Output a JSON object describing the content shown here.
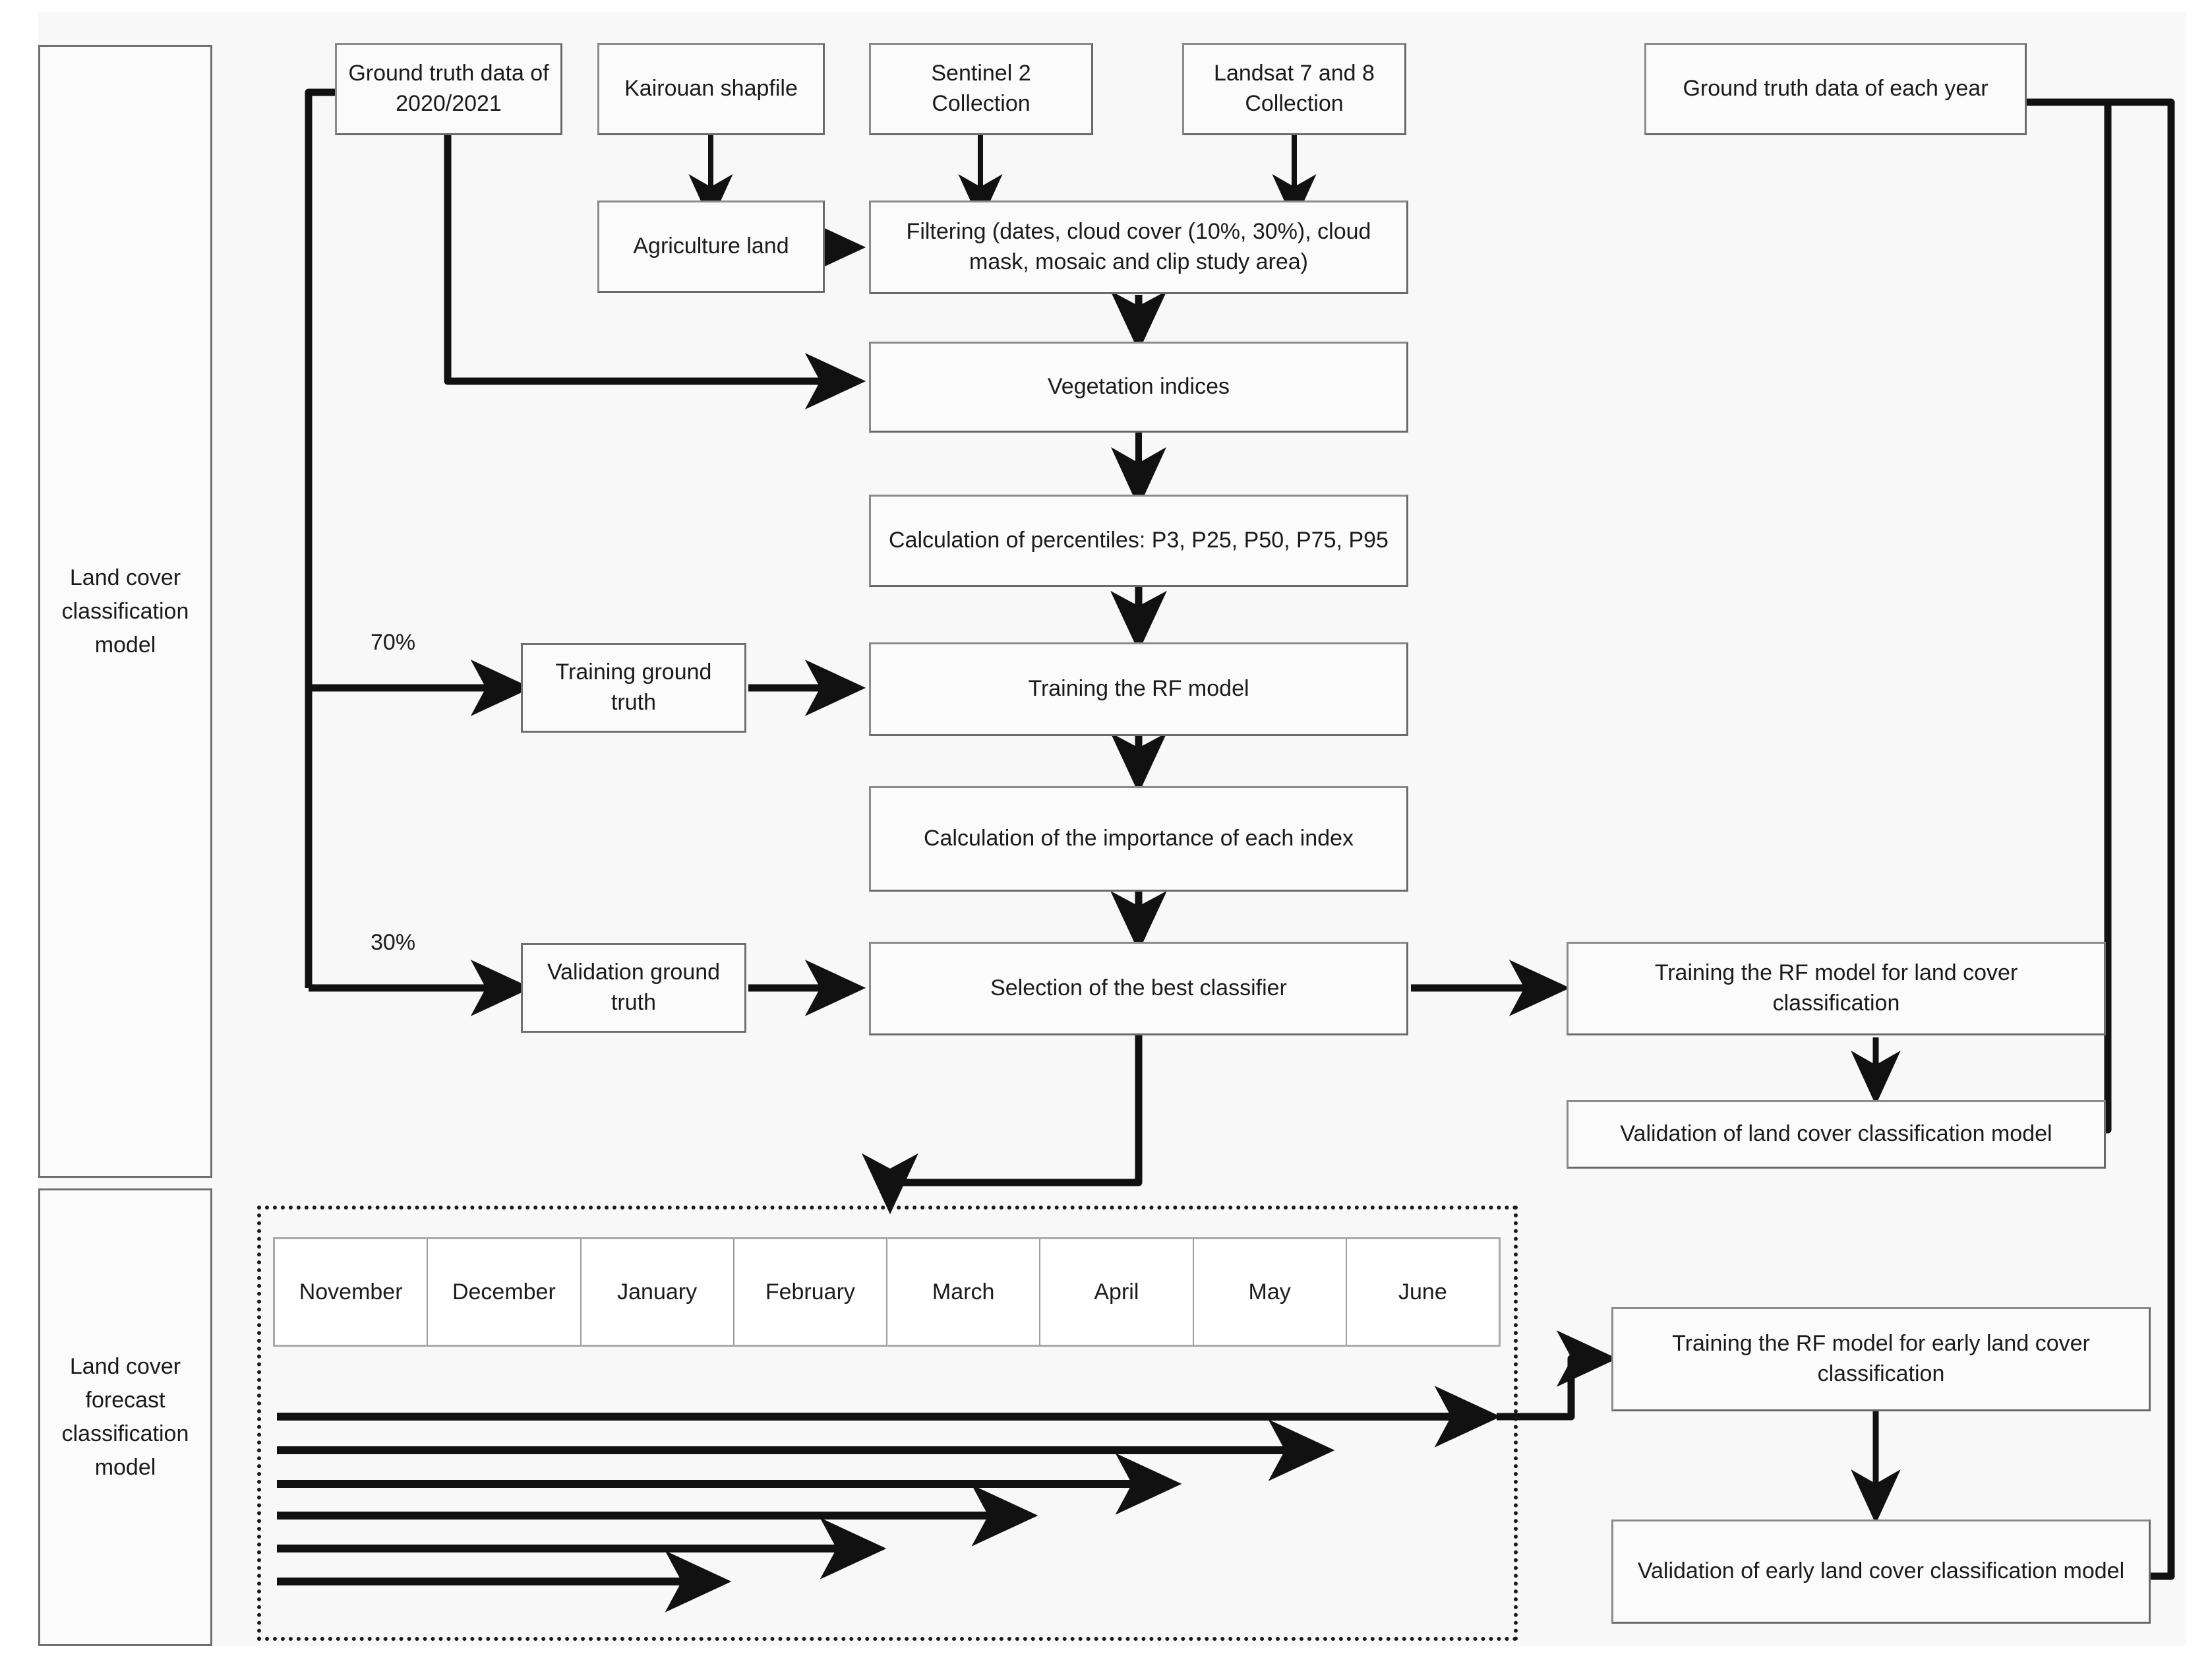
{
  "diagram": {
    "title": "Land cover classification and forecast workflow",
    "background": "#f8f8f8",
    "line_color": "#111111",
    "box_border_color": "#6a6a6a"
  },
  "sidebar": {
    "items": [
      {
        "id": "land-cover-classification-model",
        "label": "Land cover classification model"
      },
      {
        "id": "land-cover-forecast-classification-model",
        "label": "Land cover forecast classification model"
      }
    ]
  },
  "nodes": {
    "ground_truth_2020": "Ground truth data of 2020/2021",
    "kairouan_shapfile": "Kairouan shapfile",
    "sentinel2": "Sentinel 2 Collection",
    "landsat": "Landsat 7 and 8 Collection",
    "ground_truth_each_year": "Ground truth data of each year",
    "agriculture_land": "Agriculture land",
    "filtering": "Filtering (dates, cloud cover (10%, 30%), cloud mask, mosaic and clip study area)",
    "vegetation_indices": "Vegetation indices",
    "percentiles": "Calculation of percentiles: P3, P25, P50, P75, P95",
    "training_ground_truth": "Training ground truth",
    "training_rf_model": "Training the RF model",
    "importance": "Calculation of the importance of each index",
    "validation_ground_truth": "Validation ground truth",
    "best_classifier": "Selection of the best classifier",
    "training_rf_landcover": "Training the RF model for land cover classification",
    "validation_landcover": "Validation of land cover classification model",
    "training_rf_early": "Training the RF model for early land cover classification",
    "validation_early": "Validation of early land cover classification model"
  },
  "edge_labels": {
    "split_training": "70%",
    "split_validation": "30%"
  },
  "months": {
    "columns": [
      "November",
      "December",
      "January",
      "February",
      "March",
      "April",
      "May",
      "June"
    ]
  },
  "timeline_arrows": {
    "count": 6,
    "description": "Cumulative month-window arrows of decreasing length",
    "end_months": [
      "June",
      "May",
      "April",
      "March",
      "February",
      "January"
    ]
  }
}
